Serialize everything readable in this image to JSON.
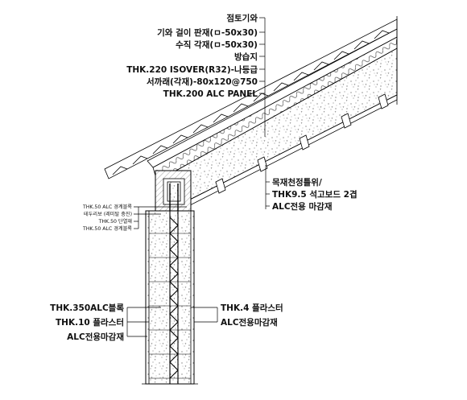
{
  "roof_labels": [
    "점토기와",
    "기와 걸이 판재(ㅁ-50x30)",
    "수직 각재(ㅁ-50x30)",
    "방습지",
    "THK.220 ISOVER(R32)-나등급",
    "서까래(각재)-80x120@750",
    "THK.200 ALC PANEL"
  ],
  "ceiling_labels": [
    "목재천정틀위/",
    "THK9.5 석고보드 2겹",
    "ALC전용 마감재"
  ],
  "eave_labels": [
    "THK.50 ALC 경계블록",
    "테두리보 (레미탈 충진)",
    "THK.50 단열재",
    "THK.50 ALC 경계블록"
  ],
  "wall_left_labels": [
    "THK.350ALC블록",
    "THK.10 플라스터",
    "ALC전용마감재"
  ],
  "wall_right_labels": [
    "THK.4 플라스터",
    "ALC전용마감재"
  ]
}
